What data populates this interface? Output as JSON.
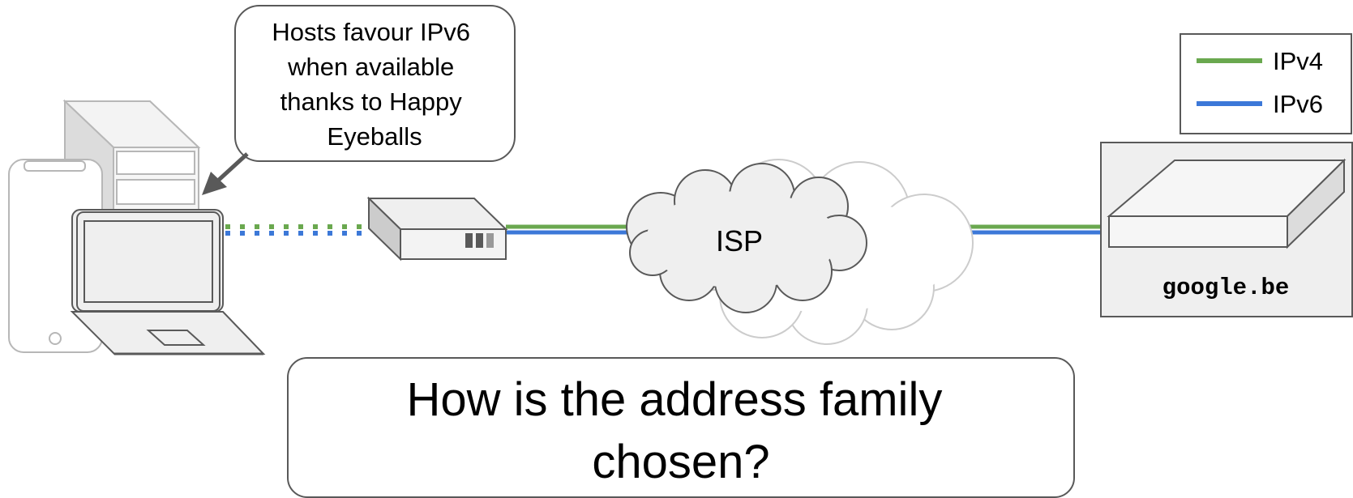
{
  "callout": {
    "lines": [
      "Hosts favour IPv6",
      "when available",
      "thanks to Happy",
      "Eyeballs"
    ]
  },
  "legend": {
    "items": [
      {
        "label": "IPv4",
        "color": "#6aa84f"
      },
      {
        "label": "IPv6",
        "color": "#3c78d8"
      }
    ]
  },
  "isp_label": "ISP",
  "server_label": "google.be",
  "question": {
    "lines": [
      "How is the address family",
      "chosen?"
    ]
  },
  "colors": {
    "ipv4": "#6aa84f",
    "ipv6": "#3c78d8",
    "device_fill": "#f3f3f3",
    "device_stroke": "#595959",
    "box_fill": "#efefef"
  },
  "icons": [
    "server-tower-icon",
    "smartphone-icon",
    "laptop-icon",
    "home-router-icon",
    "isp-cloud-icon",
    "server-appliance-icon"
  ]
}
